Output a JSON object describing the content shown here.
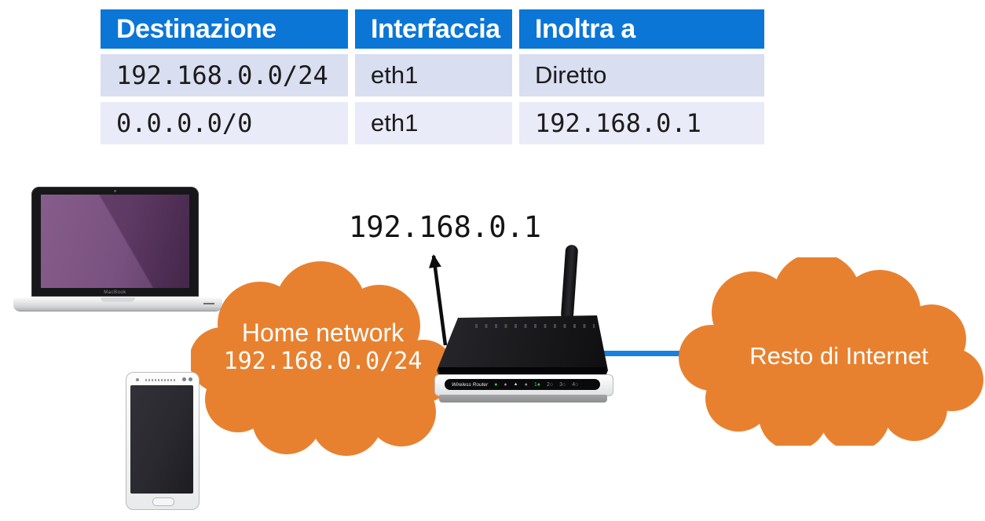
{
  "routing_table": {
    "headers": [
      "Destinazione",
      "Interfaccia",
      "Inoltra a"
    ],
    "rows": [
      [
        "192.168.0.0/24",
        "eth1",
        "Diretto"
      ],
      [
        "0.0.0.0/0",
        "eth1",
        "192.168.0.1"
      ]
    ]
  },
  "diagram": {
    "router": {
      "ip_label": "192.168.0.1",
      "panel_label": "Wireless Router",
      "leds": {
        "power": "●",
        "status": "●",
        "wifi": "▲",
        "wps": "●"
      },
      "ports": [
        {
          "n": "1",
          "dot": "●"
        },
        {
          "n": "2",
          "dot": "○"
        },
        {
          "n": "3",
          "dot": "○"
        },
        {
          "n": "4",
          "dot": "○"
        }
      ]
    },
    "home_cloud": {
      "line1": "Home network",
      "line2": "192.168.0.0/24"
    },
    "internet_cloud": {
      "label": "Resto di Internet"
    },
    "laptop": {
      "brand": "MacBook"
    }
  },
  "colors": {
    "cloud_orange": "#e8812f",
    "table_header_blue": "#0b76d6",
    "table_row_odd": "#d9def1",
    "table_row_even": "#e9ebf8",
    "cable_blue": "#1b7fe0",
    "laptop_screen_purple": "#6f4476"
  }
}
